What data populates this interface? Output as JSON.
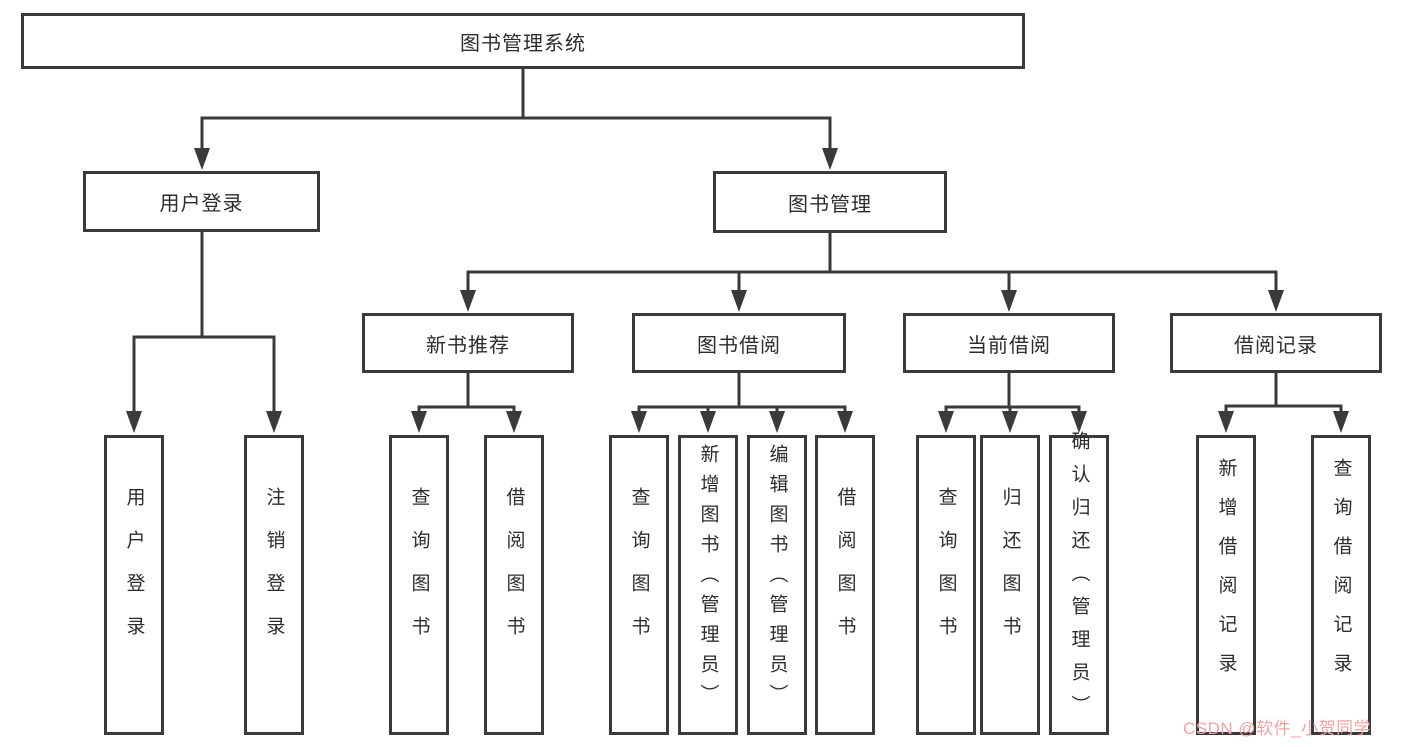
{
  "diagram": {
    "root": {
      "label": "图书管理系统"
    },
    "branches": [
      {
        "label": "用户登录",
        "children": [
          {
            "label": "用户登录"
          },
          {
            "label": "注销登录"
          }
        ]
      },
      {
        "label": "图书管理",
        "children": [
          {
            "label": "新书推荐",
            "children": [
              {
                "label": "查询图书"
              },
              {
                "label": "借阅图书"
              }
            ]
          },
          {
            "label": "图书借阅",
            "children": [
              {
                "label": "查询图书"
              },
              {
                "label": "新增图书（管理员）"
              },
              {
                "label": "编辑图书（管理员）"
              },
              {
                "label": "借阅图书"
              }
            ]
          },
          {
            "label": "当前借阅",
            "children": [
              {
                "label": "查询图书"
              },
              {
                "label": "归还图书"
              },
              {
                "label": "确认归还（管理员）"
              }
            ]
          },
          {
            "label": "借阅记录",
            "children": [
              {
                "label": "新增借阅记录"
              },
              {
                "label": "查询借阅记录"
              }
            ]
          }
        ]
      }
    ],
    "watermark": "CSDN @软件_小贺同学",
    "colors": {
      "line": "#3a3a3a",
      "box_border": "#3a3a3a",
      "text": "#2d2d2d",
      "watermark": "#f2a2a2",
      "background": "#ffffff"
    }
  }
}
